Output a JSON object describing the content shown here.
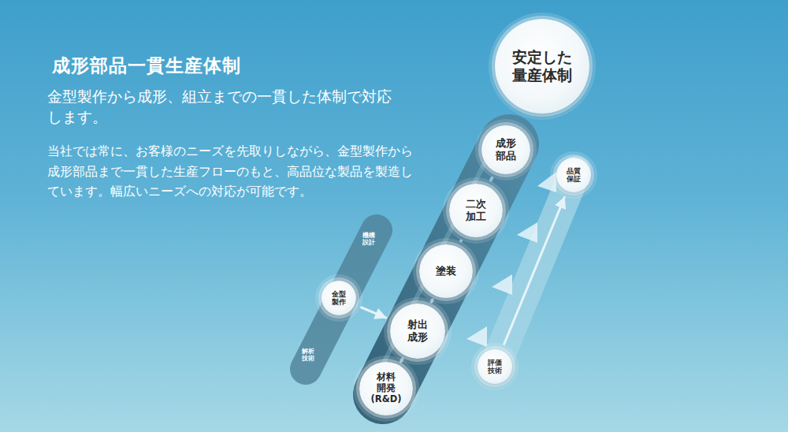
{
  "diagram": {
    "title": "成形部品一貫生産体制",
    "nodes": [
      {
        "text": [
          "安定した 量産体制"
        ]
      },
      {
        "text": [
          "成形 部品"
        ]
      },
      {
        "text": [
          "二次 加工"
        ]
      },
      {
        "text": [
          "塗装"
        ]
      },
      {
        "text": [
          "射出 成形"
        ]
      },
      {
        "text": [
          "材料 開発 (R&D)"
        ]
      },
      {
        "text": [
          "金型 製作"
        ]
      },
      {
        "text": [
          "評価 技術"
        ]
      },
      {
        "text": [
          "品質 保証"
        ]
      }
    ],
    "edges": [
      {
        "from": 5,
        "to": 4,
        "arrow": "none"
      },
      {
        "from": 4,
        "to": 3,
        "arrow": "none"
      },
      {
        "from": 3,
        "to": 2,
        "arrow": "none"
      },
      {
        "from": 2,
        "to": 1,
        "arrow": "none"
      },
      {
        "from": 6,
        "to": 4,
        "arrow": "to"
      },
      {
        "from": 7,
        "to": 8,
        "arrow": "to"
      }
    ],
    "labels": [
      "金型製作から成形、組立までの一貫した体制で対応します。",
      "当社では常に、お客様のニーズを先取りしながら、金型製作から成形部品まで一貫した生産フローのもと、高品位な製品を製造しています。幅広いニーズへの対応が可能です。",
      "機構 設計",
      "解析 技術"
    ]
  }
}
